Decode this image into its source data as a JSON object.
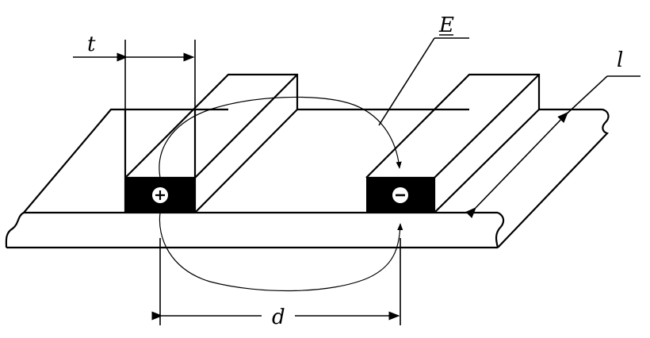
{
  "labels": {
    "thickness": "t",
    "field": "E",
    "length": "l",
    "distance": "d"
  },
  "electrodes": {
    "left_symbol": "⊕",
    "right_symbol": "⊖"
  },
  "colors": {
    "line": "#000000",
    "electrode_fill": "#000000",
    "background": "#ffffff"
  }
}
